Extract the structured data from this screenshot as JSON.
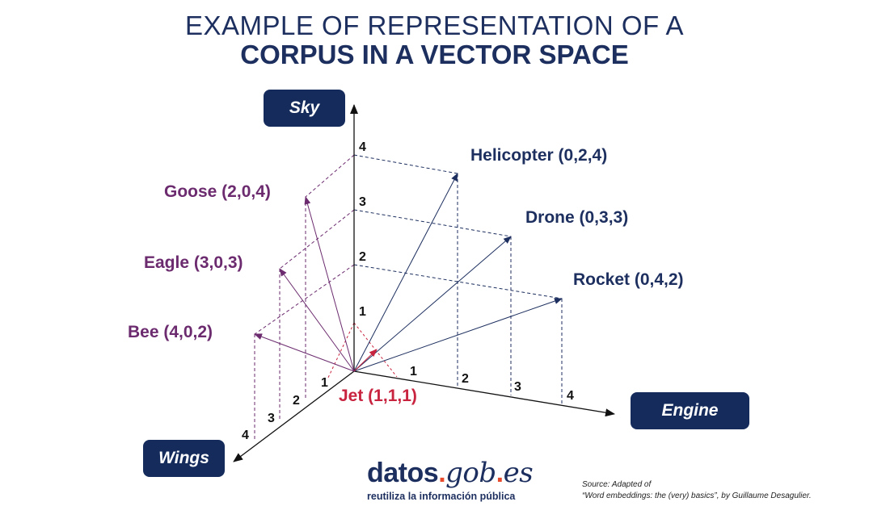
{
  "title": {
    "line1": "EXAMPLE OF REPRESENTATION OF A",
    "line2": "CORPUS IN A VECTOR SPACE"
  },
  "axes": {
    "sky": "Sky",
    "engine": "Engine",
    "wings": "Wings"
  },
  "ticks": {
    "sky": [
      "1",
      "2",
      "3",
      "4"
    ],
    "engine": [
      "1",
      "2",
      "3",
      "4"
    ],
    "wings": [
      "1",
      "2",
      "3",
      "4"
    ]
  },
  "vectors": [
    {
      "label": "Helicopter (0,2,4)",
      "color": "#1d2f5f"
    },
    {
      "label": "Drone (0,3,3)",
      "color": "#1d2f5f"
    },
    {
      "label": "Rocket (0,4,2)",
      "color": "#1d2f5f"
    },
    {
      "label": "Goose (2,0,4)",
      "color": "#6b2b6e"
    },
    {
      "label": "Eagle (3,0,3)",
      "color": "#6b2b6e"
    },
    {
      "label": "Bee (4,0,2)",
      "color": "#6b2b6e"
    },
    {
      "label": "Jet (1,1,1)",
      "color": "#c8233f"
    }
  ],
  "logo": {
    "part1": "datos",
    "dot1": ".",
    "part2": "gob",
    "dot2": ".",
    "part3": "es",
    "tagline": "reutiliza la información pública"
  },
  "source": {
    "line1": "Source: Adapted of",
    "line2": "“Word embeddings: the (very) basics”, by Guillaume Desagulier."
  },
  "colors": {
    "navy": "#1d2f5f",
    "purple": "#6b2b6e",
    "red": "#c8233f",
    "logo_dot": "#e84b2c"
  }
}
